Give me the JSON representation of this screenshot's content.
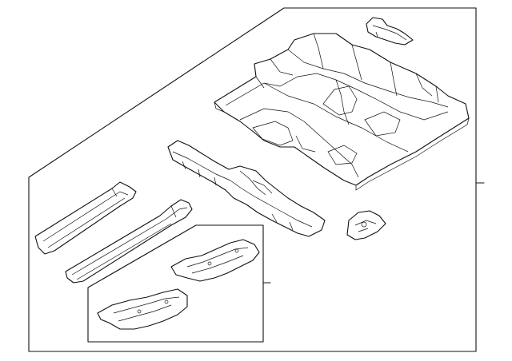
{
  "diagram": {
    "kind": "exploded-parts-view",
    "parts": [
      {
        "id": "floor-pan",
        "shape": "main floor pan assembly"
      },
      {
        "id": "rear-floor-bracket",
        "shape": "small bracket"
      },
      {
        "id": "center-tunnel-reinforcement",
        "shape": "long tunnel crossmember"
      },
      {
        "id": "rocker-rail-outer",
        "shape": "side sill rail"
      },
      {
        "id": "rocker-rail-inner",
        "shape": "side sill rail"
      },
      {
        "id": "floor-support-bracket",
        "shape": "small support bracket"
      },
      {
        "id": "seat-mount-upper",
        "shape": "seat crossmember"
      },
      {
        "id": "seat-mount-lower",
        "shape": "seat crossmember"
      }
    ],
    "colors": {
      "line": "#111111",
      "background": "#ffffff"
    }
  }
}
